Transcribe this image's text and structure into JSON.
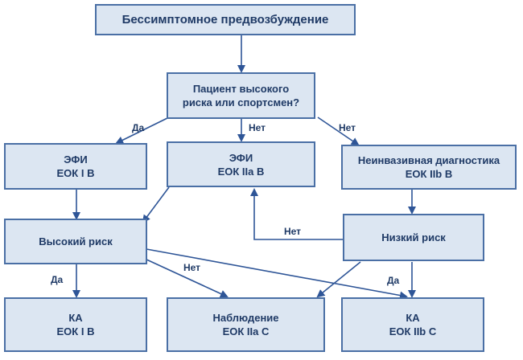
{
  "nodes": {
    "root": "Бессимптомное предвозбуждение",
    "question": {
      "line1": "Пациент высокого",
      "line2": "риска или спортсмен?"
    },
    "efi_ok1b": {
      "line1": "ЭФИ",
      "line2": "ЕОК I B"
    },
    "efi_ok2ab": {
      "line1": "ЭФИ",
      "line2": "ЕОК IIa B"
    },
    "noninvasive": {
      "line1": "Неинвазивная диагностика",
      "line2": "ЕОК IIb B"
    },
    "high_risk": "Высокий риск",
    "low_risk": "Низкий риск",
    "ka_ok1b": {
      "line1": "КА",
      "line2": "ЕОК I B"
    },
    "observation": {
      "line1": "Наблюдение",
      "line2": "ЕОК IIa C"
    },
    "ka_ok2bc": {
      "line1": "КА",
      "line2": "ЕОК IIb C"
    }
  },
  "edge_labels": {
    "question_yes": "Да",
    "question_no_center": "Нет",
    "question_no_right": "Нет",
    "lowrisk_no": "Нет",
    "highrisk_yes": "Да",
    "highrisk_no": "Нет",
    "lowrisk_yes": "Да"
  },
  "colors": {
    "box_fill": "#dce6f2",
    "box_border": "#4a6fa5",
    "text": "#1f3a66",
    "arrow": "#2e5597"
  }
}
